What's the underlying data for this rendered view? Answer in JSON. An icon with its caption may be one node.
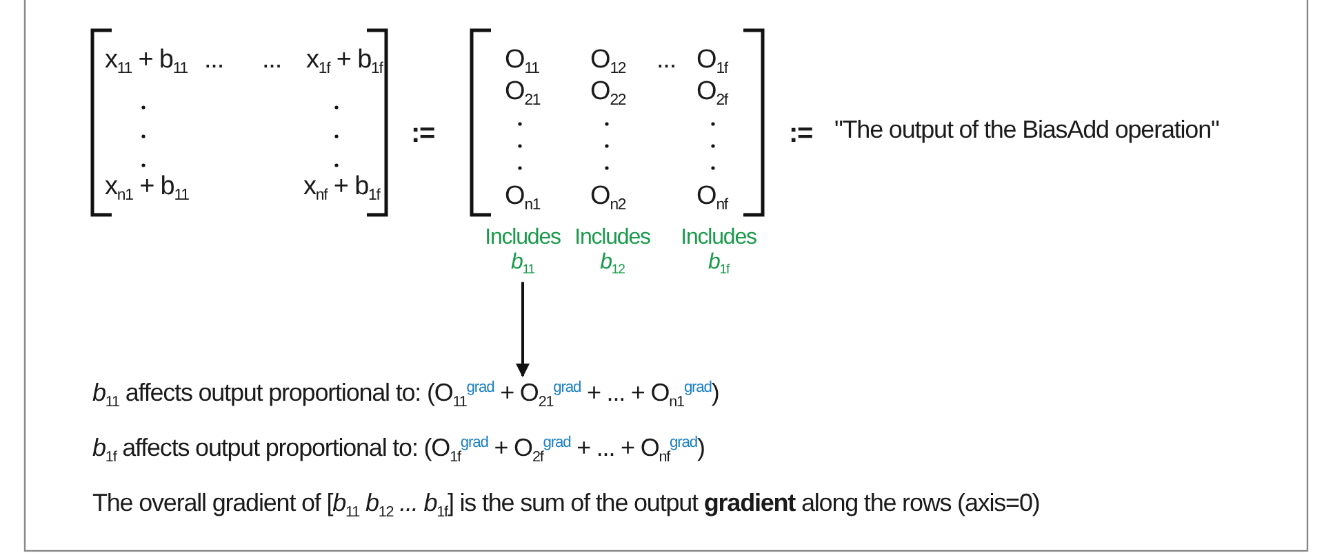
{
  "diagram": {
    "nodes": [
      {
        "text": [
          "Includes *b*$_{11}$"
        ]
      },
      {
        "text": [
          "*b*$_{11}$ affects output proportional to: (O$_{11}$$^{grad}$ + O$_{21}$$^{grad}$ + ...  + O$_{n1}$$^{grad}$)"
        ]
      }
    ],
    "edges": [
      {
        "from": 0,
        "to": 1,
        "arrow": "to"
      }
    ],
    "labels": [
      "x$_{11}$ + b$_{11}$",
      "...",
      "...",
      "x$_{1f}$ + b$_{1f}$",
      "x$_{n1}$ + b$_{11}$",
      "x$_{nf}$ + b$_{1f}$",
      ":=",
      "O$_{11}$",
      "O$_{12}$",
      "...",
      "O$_{1f}$",
      "O$_{21}$",
      "O$_{22}$",
      "O$_{2f}$",
      "O$_{n1}$",
      "O$_{n2}$",
      "O$_{nf}$",
      ":=",
      "\"The output of the BiasAdd operation\"",
      "Includes *b*$_{12}$",
      "Includes *b*$_{1f}$",
      "*b*$_{1f}$ affects output proportional to: (O$_{1f}$$^{grad}$ + O$_{2f}$$^{grad}$ + ...  + O$_{nf}$$^{grad}$)",
      "The overall gradient of [*b*$_{11}$ *b*$_{12}$ *...* *b*$_{1f}$] is the sum of the output **gradient** along the rows (axis=0)"
    ]
  }
}
